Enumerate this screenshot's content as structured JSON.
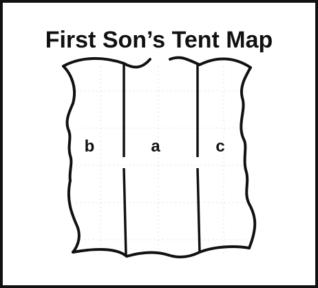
{
  "title": "First Son’s Tent  Map",
  "sections": [
    {
      "id": "b",
      "label": "b"
    },
    {
      "id": "a",
      "label": "a"
    },
    {
      "id": "c",
      "label": "c"
    }
  ],
  "colors": {
    "ink": "#111111",
    "background": "#ffffff",
    "grid": "#dddddd"
  }
}
